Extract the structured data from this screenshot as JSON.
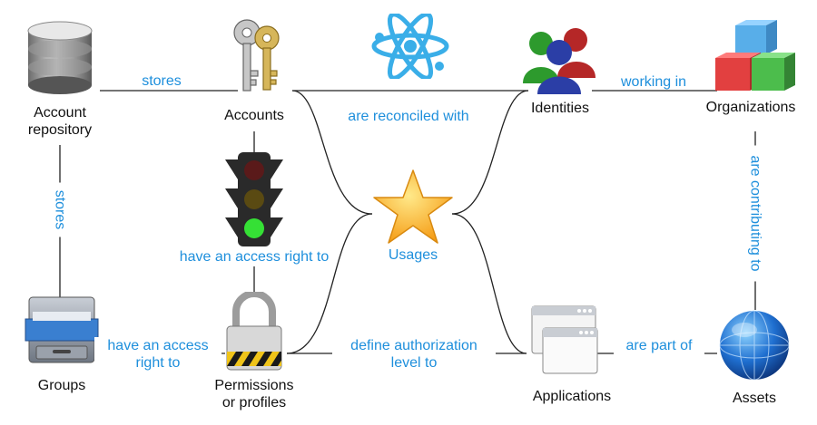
{
  "nodes": {
    "account_repository": "Account\nrepository",
    "accounts": "Accounts",
    "identities": "Identities",
    "organizations": "Organizations",
    "usages": "Usages",
    "groups": "Groups",
    "permissions": "Permissions\nor profiles",
    "applications": "Applications",
    "assets": "Assets"
  },
  "relations": {
    "repo_stores_accounts": "stores",
    "repo_stores_groups": "stores",
    "accounts_reconciled_identities": "are reconciled with",
    "identities_working_in_organizations": "working in",
    "organizations_contributing_assets": "are contributing to",
    "accounts_access_permissions": "have an access right to",
    "groups_access_permissions": "have an access\nright to",
    "permissions_define_applications": "define authorization\nlevel to",
    "applications_part_of_assets": "are part of"
  },
  "icons": {
    "account_repository": "database-icon",
    "accounts": "keys-icon",
    "identities": "people-icon",
    "organizations": "cubes-icon",
    "usages": "star-icon",
    "reconciled": "atom-icon",
    "traffic": "traffic-light-icon",
    "groups": "file-cabinet-icon",
    "permissions": "padlock-icon",
    "applications": "windows-icon",
    "assets": "globe-icon"
  },
  "colors": {
    "relation_text": "#1e8fdc",
    "line": "#222222",
    "star": "#f7a81b",
    "atom": "#3aaee8",
    "globe": "#1a5fb4"
  }
}
